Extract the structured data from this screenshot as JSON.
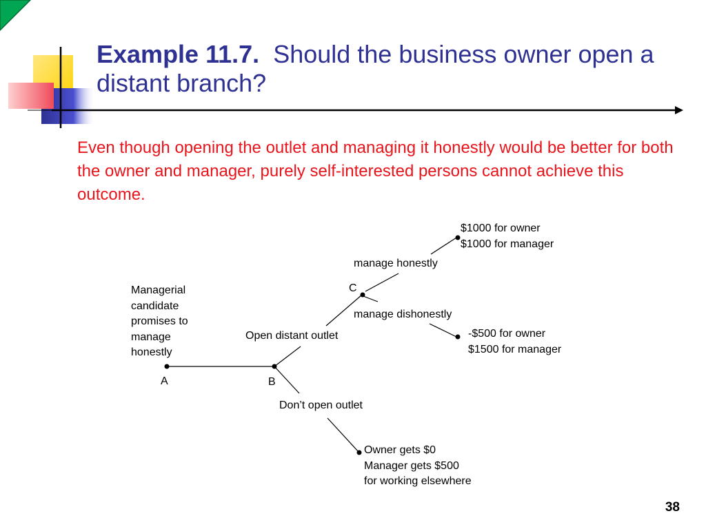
{
  "slide": {
    "title_bold": "Example 11.7.",
    "title_rest": "Should the business owner open a distant branch?",
    "intro": "Even though opening the outlet and managing it honestly would be better for both the owner and manager, purely self-interested persons cannot achieve this outcome.",
    "page_number": "38"
  },
  "colors": {
    "title": "#2e3192",
    "intro": "#e8141c",
    "accent_green": "#00a651",
    "deco_yellow": "#ffd400",
    "deco_red": "#f04a5a",
    "deco_blue": "#2e3192"
  },
  "tree": {
    "nodes": {
      "a": "A",
      "b": "B",
      "c": "C"
    },
    "candidate_note": [
      "Managerial",
      "candidate",
      "promises to",
      "manage",
      "honestly"
    ],
    "branches": {
      "open": "Open distant outlet",
      "dont_open": "Don’t open outlet",
      "honest": "manage honestly",
      "dishonest": "manage dishonestly"
    },
    "payoffs": {
      "honest": [
        "$1000 for owner",
        "$1000 for manager"
      ],
      "dishonest": [
        "-$500 for owner",
        "$1500 for manager"
      ],
      "dont_open": [
        "Owner gets $0",
        "Manager gets $500",
        "for working elsewhere"
      ]
    }
  }
}
